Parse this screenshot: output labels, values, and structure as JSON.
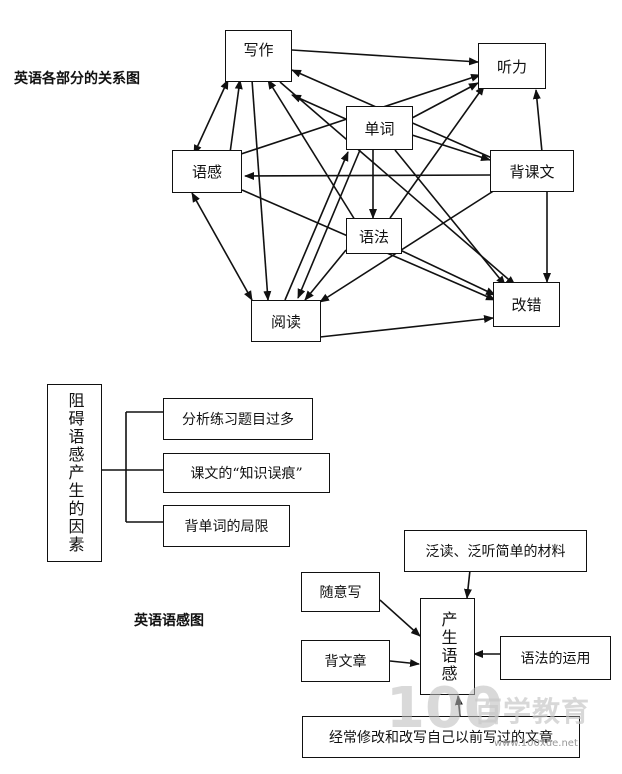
{
  "diagram1": {
    "title": "英语各部分的关系图",
    "nodes": {
      "writing": "写作",
      "listening": "听力",
      "vocabulary": "单词",
      "language_sense": "语感",
      "recite_text": "背课文",
      "grammar": "语法",
      "reading": "阅读",
      "correction": "改错"
    }
  },
  "diagram2": {
    "root": "阻碍语感产生的因素",
    "branches": [
      "分析练习题目过多",
      "课文的“知识误痕”",
      "背单词的局限"
    ]
  },
  "diagram3": {
    "title": "英语语感图",
    "center": "产生语感",
    "inputs": {
      "top": "泛读、泛听简单的材料",
      "random_writing": "随意写",
      "recite_article": "背文章",
      "grammar_use": "语法的运用",
      "bottom": "经常修改和改写自己以前写过的文章"
    }
  },
  "watermark": {
    "number": "100",
    "brand": "百学教育",
    "url": "www.100xue.net"
  }
}
